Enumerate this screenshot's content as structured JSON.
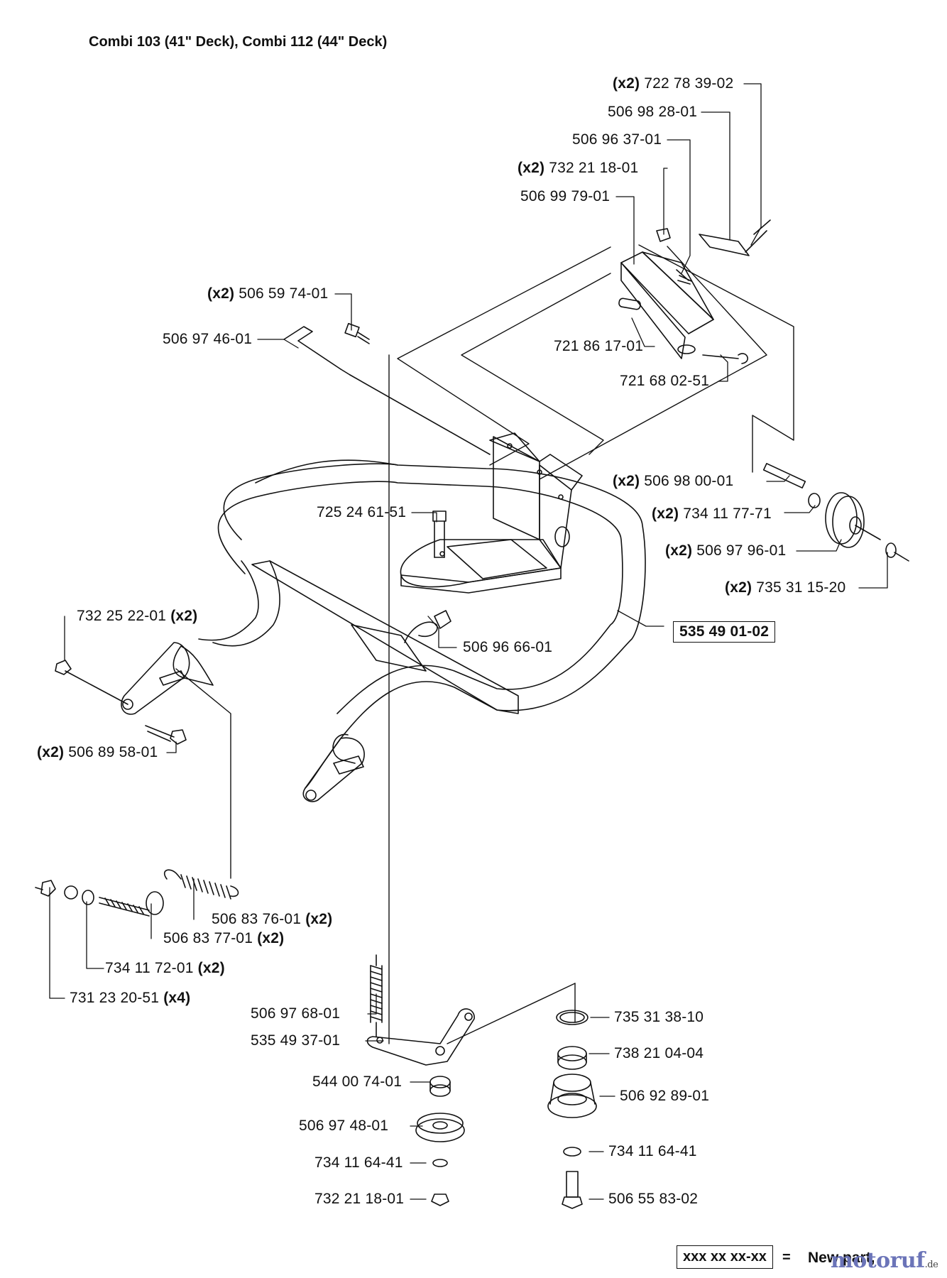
{
  "title": "Combi 103 (41\" Deck), Combi 112 (44\" Deck)",
  "assembly_part": "535 49 01-02",
  "parts": [
    {
      "qty": "(x2)",
      "num": "722 78 39-02"
    },
    {
      "qty": "",
      "num": "506 98 28-01"
    },
    {
      "qty": "",
      "num": "506 96 37-01"
    },
    {
      "qty": "(x2)",
      "num": "732 21 18-01"
    },
    {
      "qty": "",
      "num": "506 99 79-01"
    },
    {
      "qty": "(x2)",
      "num": "506 59 74-01"
    },
    {
      "qty": "",
      "num": "506 97 46-01"
    },
    {
      "qty": "",
      "num": "721 86 17-01"
    },
    {
      "qty": "",
      "num": "721 68 02-51"
    },
    {
      "qty": "(x2)",
      "num": "506 98 00-01"
    },
    {
      "qty": "",
      "num": "725 24 61-51"
    },
    {
      "qty": "(x2)",
      "num": "734 11 77-71"
    },
    {
      "qty": "(x2)",
      "num": "506 97 96-01"
    },
    {
      "qty": "(x2)",
      "num": "735 31 15-20"
    },
    {
      "qty": "(x2)",
      "num": "732 25 22-01"
    },
    {
      "qty": "",
      "num": "506 96 66-01"
    },
    {
      "qty": "(x2)",
      "num": "506 89 58-01"
    },
    {
      "qty": "(x2)",
      "num": "506 83 76-01"
    },
    {
      "qty": "(x2)",
      "num": "506 83 77-01"
    },
    {
      "qty": "(x2)",
      "num": "734 11 72-01"
    },
    {
      "qty": "(x4)",
      "num": "731 23 20-51"
    },
    {
      "qty": "",
      "num": "506 97 68-01"
    },
    {
      "qty": "",
      "num": "535 49 37-01"
    },
    {
      "qty": "",
      "num": "544 00 74-01"
    },
    {
      "qty": "",
      "num": "506 97 48-01"
    },
    {
      "qty": "",
      "num": "734 11 64-41"
    },
    {
      "qty": "",
      "num": "732 21 18-01"
    },
    {
      "qty": "",
      "num": "735 31 38-10"
    },
    {
      "qty": "",
      "num": "738 21 04-04"
    },
    {
      "qty": "",
      "num": "506 92 89-01"
    },
    {
      "qty": "",
      "num": "734 11 64-41"
    },
    {
      "qty": "",
      "num": "506 55 83-02"
    }
  ],
  "legend": {
    "box": "xxx xx xx-xx",
    "equals": "=",
    "text": "New part,"
  },
  "watermark": {
    "brand": "motoruf",
    "tld": ".de"
  }
}
